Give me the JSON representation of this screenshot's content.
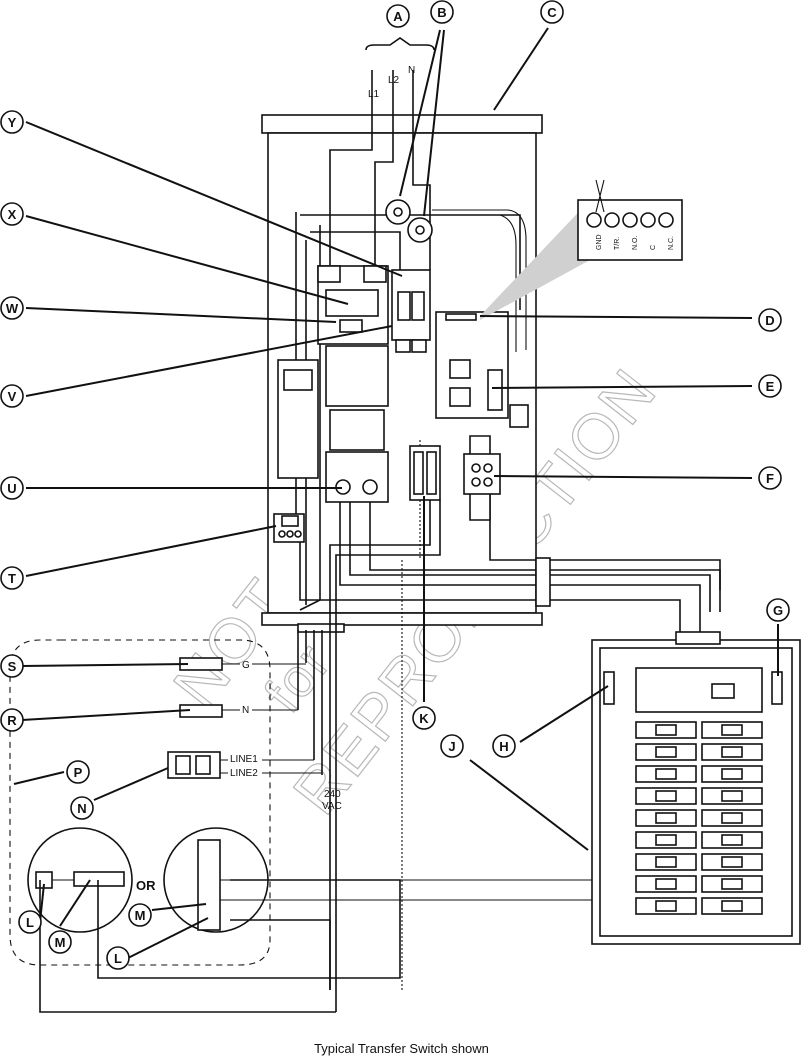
{
  "caption": "Typical Transfer Switch shown",
  "watermark": {
    "line1": "NOT",
    "line2": "for",
    "line3": "REPRODUCTION"
  },
  "wire_labels": {
    "l1": "L1",
    "l2": "L2",
    "n": "N",
    "g": "G",
    "line1": "LINE1",
    "line2": "LINE2",
    "vac_value": "240",
    "vac_unit": "VAC",
    "or": "OR"
  },
  "terminal_labels": [
    "GND",
    "T/R.",
    "N.O.",
    "C",
    "N.C."
  ],
  "callouts": [
    "A",
    "B",
    "C",
    "D",
    "E",
    "F",
    "G",
    "H",
    "J",
    "K",
    "L",
    "M",
    "N",
    "P",
    "R",
    "S",
    "T",
    "U",
    "V",
    "W",
    "X",
    "Y"
  ]
}
